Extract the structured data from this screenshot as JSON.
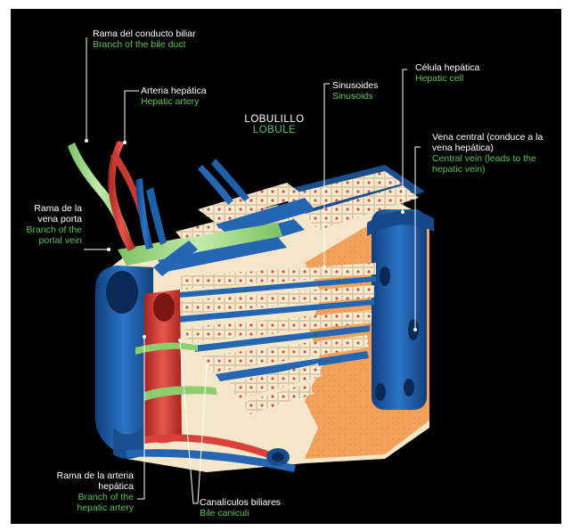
{
  "labels": {
    "bile_duct": {
      "es": "Rama del conducto biliar",
      "en": "Branch of the bile duct"
    },
    "hepatic_artery": {
      "es": "Arteria hepática",
      "en": "Hepatic artery"
    },
    "lobule": {
      "es": "LOBULILLO",
      "en": "LOBULE"
    },
    "sinusoids": {
      "es": "Sinusoides",
      "en": "Sinusoids"
    },
    "hepatic_cell": {
      "es": "Célula hepática",
      "en": "Hepatic cell"
    },
    "central_vein": {
      "es1": "Vena central (conduce a la",
      "es2": "vena hepática)",
      "en1": "Central vein (leads to the",
      "en2": "hepatic vein)"
    },
    "portal_vein": {
      "es1": "Rama de la",
      "es2": "vena porta",
      "en1": "Branch of the",
      "en2": "portal vein"
    },
    "artery_branch": {
      "es1": "Rama de la arteria",
      "es2": "hepática",
      "en1": "Branch of the",
      "en2": "hepatic artery"
    },
    "canaliculi": {
      "es": "Canalículos biliares",
      "en": "Bile caniculi"
    }
  },
  "colors": {
    "background": "#000000",
    "label_spanish": "#ffffff",
    "label_english": "#5fc25a",
    "portal_vein": "#1f5fa8",
    "hepatic_artery": "#d9413a",
    "bile_duct": "#9ed680",
    "parenchyma": "#f3a865",
    "hepatocyte": "#f6ecd4"
  }
}
